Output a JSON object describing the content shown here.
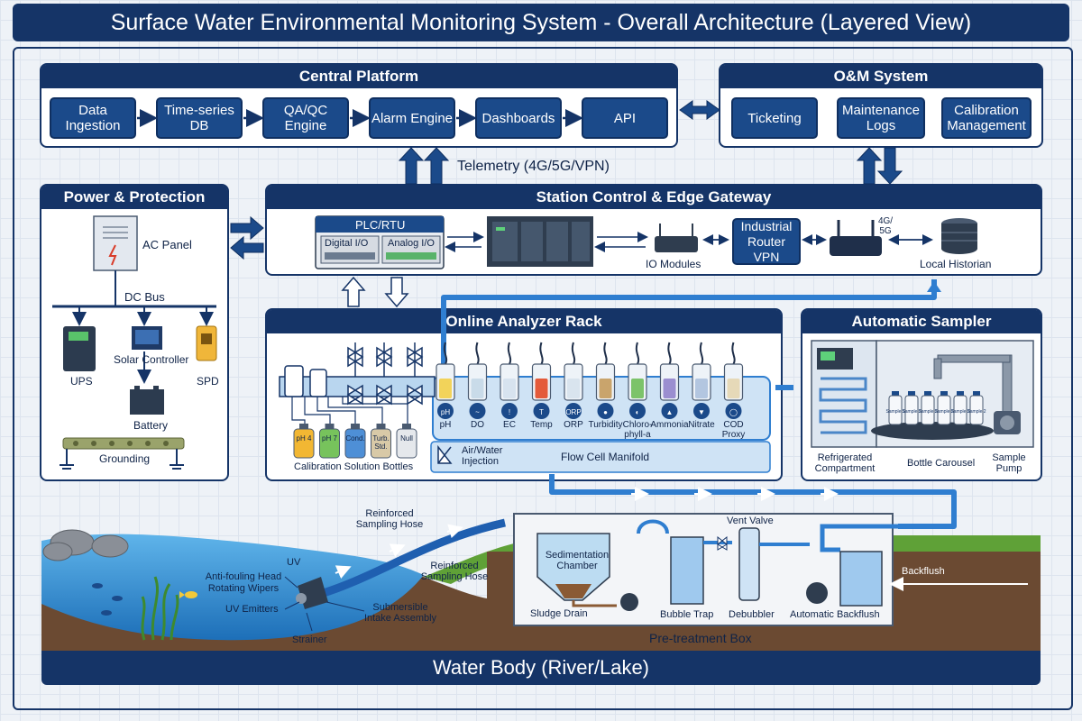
{
  "title": "Surface Water Environmental Monitoring System - Overall Architecture (Layered View)",
  "central_platform": {
    "title": "Central Platform",
    "items": [
      "Data Ingestion",
      "Time-series DB",
      "QA/QC Engine",
      "Alarm Engine",
      "Dashboards",
      "API"
    ]
  },
  "om_system": {
    "title": "O&M System",
    "items": [
      "Ticketing",
      "Maintenance Logs",
      "Calibration Management"
    ]
  },
  "telemetry_label": "Telemetry (4G/5G/VPN)",
  "power": {
    "title": "Power & Protection",
    "ac_panel": "AC Panel",
    "dc_bus": "DC Bus",
    "ups": "UPS",
    "solar_controller": "Solar Controller",
    "spd": "SPD",
    "battery": "Battery",
    "grounding": "Grounding"
  },
  "station": {
    "title": "Station Control & Edge Gateway",
    "plc": "PLC/RTU",
    "digital_io": "Digital I/O",
    "analog_io": "Analog I/O",
    "io_modules": "IO Modules",
    "router": "Industrial Router VPN",
    "cell": "4G/ 5G",
    "historian": "Local Historian"
  },
  "analyzer": {
    "title": "Online Analyzer Rack",
    "sensors": [
      {
        "icon": "pH",
        "label": "pH",
        "color": "#f2d35a"
      },
      {
        "icon": "~",
        "label": "DO",
        "color": "#c9dbe9"
      },
      {
        "icon": "!",
        "label": "EC",
        "color": "#d7e3ef"
      },
      {
        "icon": "T",
        "label": "Temp",
        "color": "#e45a3a"
      },
      {
        "icon": "ORP",
        "label": "ORP",
        "color": "#d9e4ee"
      },
      {
        "icon": "●",
        "label": "Turbidity",
        "color": "#c9a46c"
      },
      {
        "icon": "◐",
        "label": "Chloro-phyll-a",
        "color": "#7cc36a"
      },
      {
        "icon": "▲",
        "label": "Ammonia",
        "color": "#9b8ed0"
      },
      {
        "icon": "▼",
        "label": "Nitrate",
        "color": "#b3c6e0"
      },
      {
        "icon": "◯",
        "label": "COD Proxy",
        "color": "#e6d9b8"
      }
    ],
    "bottles": [
      {
        "label": "pH 4",
        "color": "#f2b733"
      },
      {
        "label": "pH 7",
        "color": "#77c35c"
      },
      {
        "label": "Cond.",
        "color": "#4e8fd6"
      },
      {
        "label": "Turb. Std.",
        "color": "#d8c9a7"
      },
      {
        "label": "Null",
        "color": "#e5e8ec"
      }
    ],
    "calibration_label": "Calibration Solution Bottles",
    "air_water": "Air/Water Injection",
    "manifold": "Flow Cell Manifold"
  },
  "sampler": {
    "title": "Automatic Sampler",
    "refrigerated": "Refrigerated Compartment",
    "carousel": "Bottle Carousel",
    "pump": "Sample Pump",
    "bottles": [
      "Sample 1",
      "Sample 2",
      "Sample 2",
      "Sample 2",
      "Sample 2",
      "Sample 2"
    ]
  },
  "water": {
    "reinforced_hose_1": "Reinforced Sampling Hose",
    "reinforced_hose_2": "Reinforced Sampling Hose",
    "uv": "UV",
    "antifouling": "Anti-fouling Head Rotating Wipers",
    "uv_emitters": "UV Emitters",
    "intake": "Submersible Intake Assembly",
    "strainer": "Strainer",
    "water_body": "Water Body (River/Lake)"
  },
  "pretreatment": {
    "title": "Pre-treatment Box",
    "sedimentation": "Sedimentation Chamber",
    "sludge": "Sludge Drain",
    "bubble": "Bubble Trap",
    "vent": "Vent Valve",
    "debubbler": "Debubbler",
    "backflush_auto": "Automatic Backflush",
    "backflush": "Backflush"
  },
  "colors": {
    "navy": "#153467",
    "button": "#1b4a8a",
    "flow": "#3d86d6",
    "ground": "#6b4a32",
    "grass": "#5fa137",
    "water": "#2f8fd8"
  }
}
